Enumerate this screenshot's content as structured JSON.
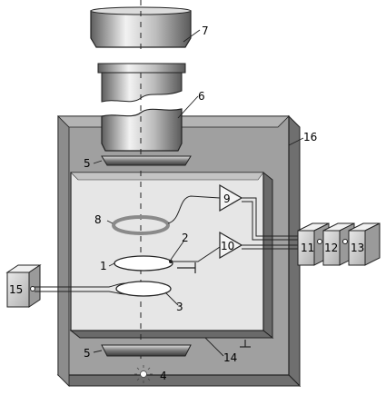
{
  "labels": {
    "l1": "1",
    "l2": "2",
    "l3": "3",
    "l4": "4",
    "l5a": "5",
    "l5b": "5",
    "l6": "6",
    "l7": "7",
    "l8": "8",
    "l9": "9",
    "l10": "10",
    "l11": "11",
    "l12": "12",
    "l13": "13",
    "l14": "14",
    "l15": "15",
    "l16": "16"
  },
  "colors": {
    "outer_box": "#9a9a9a",
    "outer_box_side": "#7a7a7a",
    "inner_chamber": "#e6e6e6",
    "lens_metal_light": "#eeeeee",
    "lens_metal_dark": "#6e6e6e",
    "ring_8": "#8a8a8a",
    "unit_box": "#d6d6d6"
  }
}
